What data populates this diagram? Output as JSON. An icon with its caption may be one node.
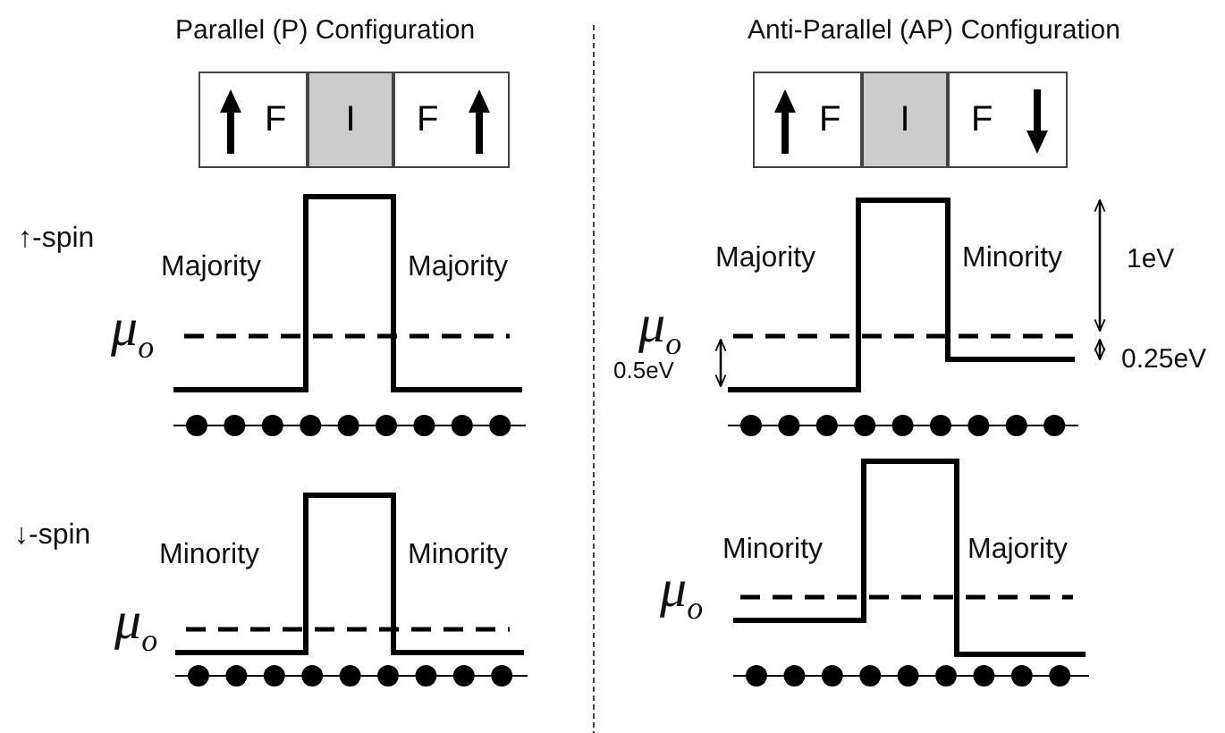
{
  "diagram": {
    "nodes": [
      {
        "text": [
          "F"
        ]
      },
      {
        "text": [
          "I"
        ]
      },
      {
        "text": [
          "F"
        ]
      },
      {
        "text": [
          "F"
        ]
      },
      {
        "text": [
          "I"
        ]
      },
      {
        "text": [
          "F"
        ]
      }
    ],
    "labels": [
      "Parallel (P) Configuration",
      "Anti-Parallel (AP) Configuration",
      "↑-spin",
      "Majority",
      "Majority",
      "Majority",
      "Minority",
      "1eV",
      "μ$_{o}$",
      "μ$_{o}$",
      "0.5eV",
      "0.25eV",
      "↓-spin",
      "Minority",
      "Minority",
      "Minority",
      "Majority",
      "μ$_{o}$",
      "μ$_{o}$"
    ]
  }
}
